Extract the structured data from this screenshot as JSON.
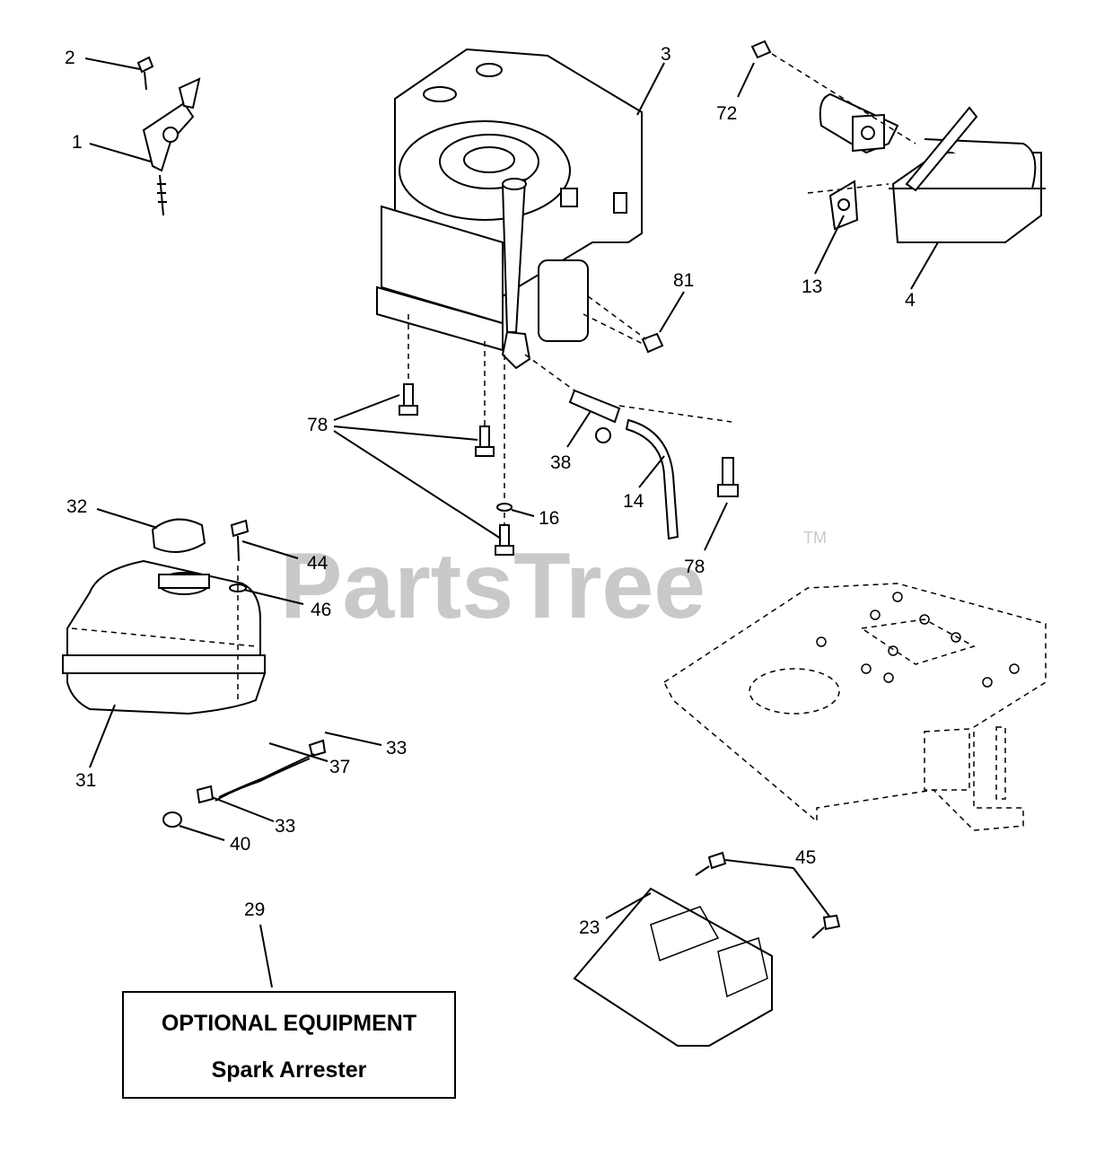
{
  "watermark": {
    "text": "PartsTree",
    "trademark": "TM"
  },
  "callouts": [
    {
      "id": "c1",
      "label": "1"
    },
    {
      "id": "c2",
      "label": "2"
    },
    {
      "id": "c3",
      "label": "3"
    },
    {
      "id": "c4",
      "label": "4"
    },
    {
      "id": "c13",
      "label": "13"
    },
    {
      "id": "c14",
      "label": "14"
    },
    {
      "id": "c16",
      "label": "16"
    },
    {
      "id": "c23",
      "label": "23"
    },
    {
      "id": "c29",
      "label": "29"
    },
    {
      "id": "c31",
      "label": "31"
    },
    {
      "id": "c32",
      "label": "32"
    },
    {
      "id": "c33a",
      "label": "33"
    },
    {
      "id": "c33b",
      "label": "33"
    },
    {
      "id": "c37",
      "label": "37"
    },
    {
      "id": "c38",
      "label": "38"
    },
    {
      "id": "c40",
      "label": "40"
    },
    {
      "id": "c44",
      "label": "44"
    },
    {
      "id": "c45",
      "label": "45"
    },
    {
      "id": "c46",
      "label": "46"
    },
    {
      "id": "c72",
      "label": "72"
    },
    {
      "id": "c78a",
      "label": "78"
    },
    {
      "id": "c78b",
      "label": "78"
    },
    {
      "id": "c81",
      "label": "81"
    }
  ],
  "optional_box": {
    "line1": "OPTIONAL EQUIPMENT",
    "line2": "Spark Arrester"
  }
}
